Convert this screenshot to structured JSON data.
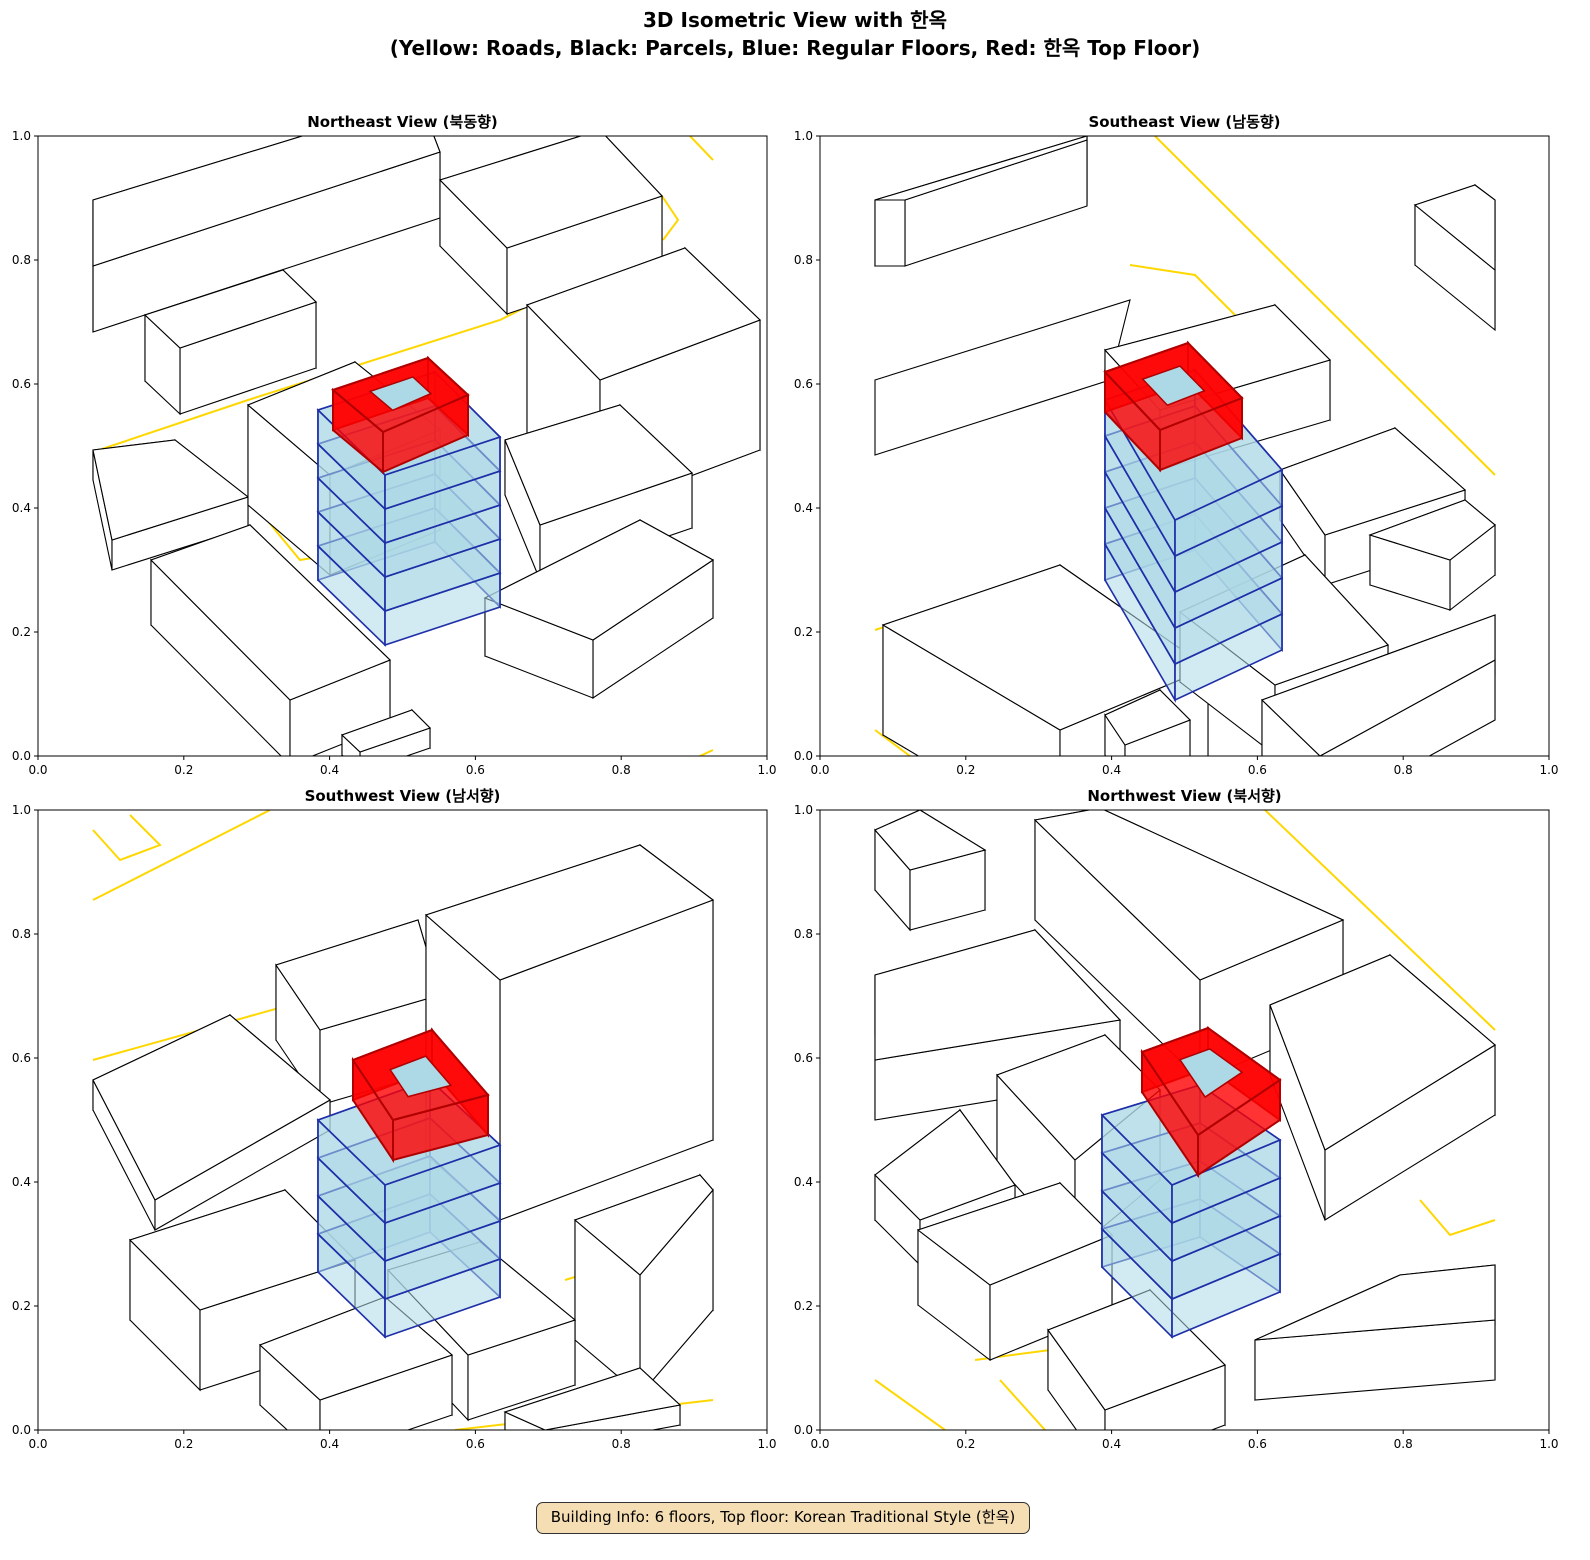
{
  "figure": {
    "title_line1": "3D Isometric View with 한옥",
    "title_line2": "(Yellow: Roads, Black: Parcels, Blue: Regular Floors, Red: 한옥 Top Floor)",
    "info_box": "Building Info: 6 floors, Top floor: Korean Traditional Style (한옥)"
  },
  "colors": {
    "road": "#ffd700",
    "parcel": "#000000",
    "floor_fill": "#add8e6",
    "floor_edge": "#1f2fa8",
    "top_floor": "#ff0000",
    "info_bg": "#f5deb3"
  },
  "panels": [
    {
      "title": "Northeast View (북동향)",
      "xticks": [
        "0.0",
        "0.2",
        "0.4",
        "0.6",
        "0.8",
        "1.0"
      ],
      "yticks": [
        "0.0",
        "0.2",
        "0.4",
        "0.6",
        "0.8",
        "1.0"
      ]
    },
    {
      "title": "Southeast View (남동향)",
      "xticks": [
        "0.0",
        "0.2",
        "0.4",
        "0.6",
        "0.8",
        "1.0"
      ],
      "yticks": [
        "0.0",
        "0.2",
        "0.4",
        "0.6",
        "0.8",
        "1.0"
      ]
    },
    {
      "title": "Southwest View (남서향)",
      "xticks": [
        "0.0",
        "0.2",
        "0.4",
        "0.6",
        "0.8",
        "1.0"
      ],
      "yticks": [
        "0.0",
        "0.2",
        "0.4",
        "0.6",
        "0.8",
        "1.0"
      ]
    },
    {
      "title": "Northwest View (북서향)",
      "xticks": [
        "0.0",
        "0.2",
        "0.4",
        "0.6",
        "0.8",
        "1.0"
      ],
      "yticks": [
        "0.0",
        "0.2",
        "0.4",
        "0.6",
        "0.8",
        "1.0"
      ]
    }
  ]
}
